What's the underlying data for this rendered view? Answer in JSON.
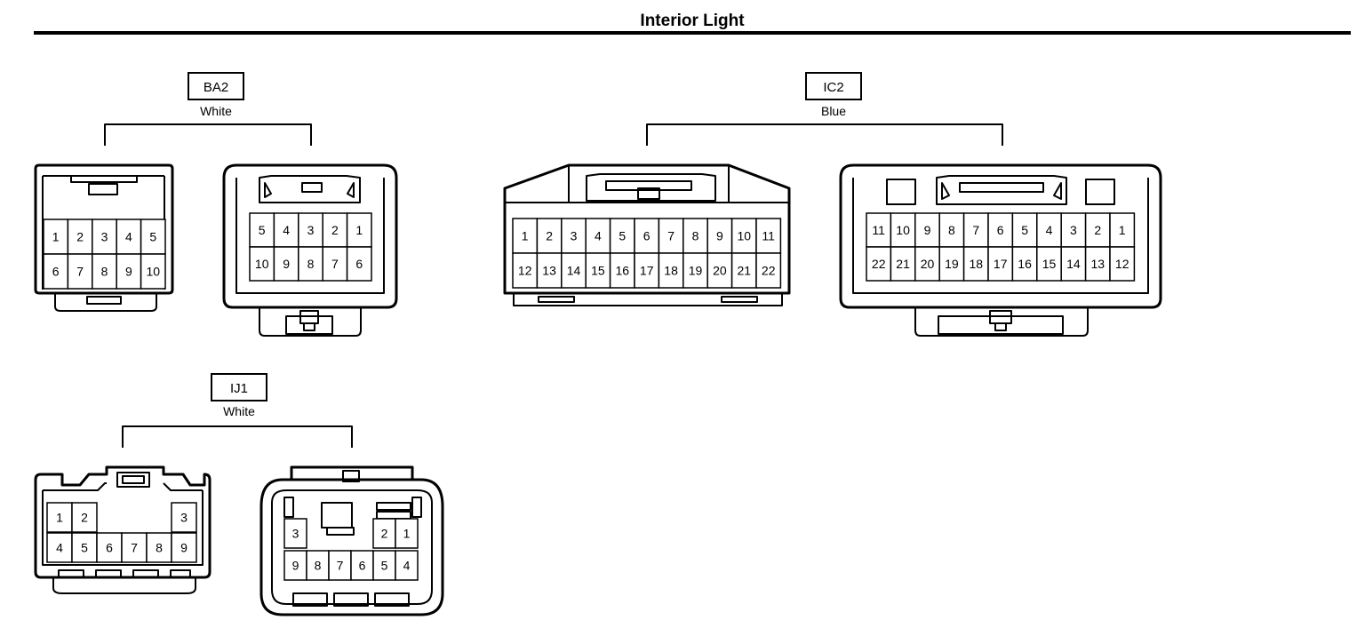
{
  "title": "Interior Light",
  "connectors": {
    "ba2": {
      "code": "BA2",
      "color": "White",
      "male_pins": [
        [
          "1",
          "2",
          "3",
          "4",
          "5"
        ],
        [
          "6",
          "7",
          "8",
          "9",
          "10"
        ]
      ],
      "female_pins": [
        [
          "5",
          "4",
          "3",
          "2",
          "1"
        ],
        [
          "10",
          "9",
          "8",
          "7",
          "6"
        ]
      ]
    },
    "ic2": {
      "code": "IC2",
      "color": "Blue",
      "male_pins": [
        [
          "1",
          "2",
          "3",
          "4",
          "5",
          "6",
          "7",
          "8",
          "9",
          "10",
          "11"
        ],
        [
          "12",
          "13",
          "14",
          "15",
          "16",
          "17",
          "18",
          "19",
          "20",
          "21",
          "22"
        ]
      ],
      "female_pins": [
        [
          "11",
          "10",
          "9",
          "8",
          "7",
          "6",
          "5",
          "4",
          "3",
          "2",
          "1"
        ],
        [
          "22",
          "21",
          "20",
          "19",
          "18",
          "17",
          "16",
          "15",
          "14",
          "13",
          "12"
        ]
      ]
    },
    "ij1": {
      "code": "IJ1",
      "color": "White",
      "male_pins_top": [
        "1",
        "2",
        "3"
      ],
      "male_pins_bottom": [
        "4",
        "5",
        "6",
        "7",
        "8",
        "9"
      ],
      "female_pins_top": [
        "3",
        "2",
        "1"
      ],
      "female_pins_bottom": [
        "9",
        "8",
        "7",
        "6",
        "5",
        "4"
      ]
    }
  }
}
